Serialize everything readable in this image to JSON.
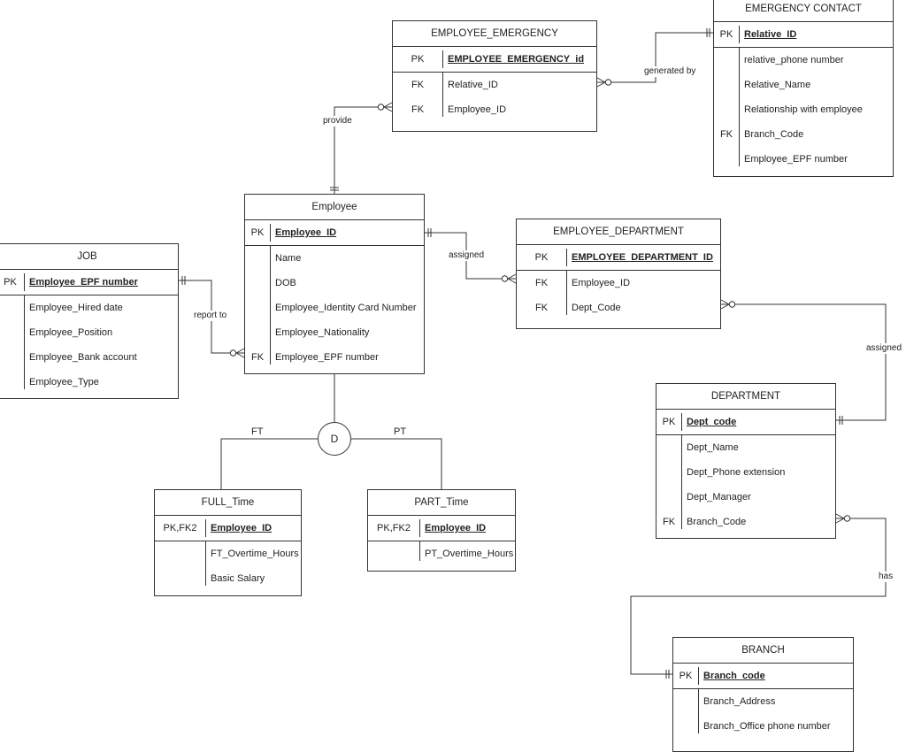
{
  "colors": {
    "line": "#333333",
    "background": "#ffffff",
    "text": "#222222"
  },
  "entities": [
    {
      "id": "employee-emergency",
      "title": "EMPLOYEE_EMERGENCY",
      "pk": {
        "key": "PK",
        "name": "EMPLOYEE_EMERGENCY_id"
      },
      "attributes": [
        {
          "key": "FK",
          "name": "Relative_ID"
        },
        {
          "key": "FK",
          "name": "Employee_ID"
        }
      ]
    },
    {
      "id": "emergency-contact",
      "title": "EMERGENCY CONTACT",
      "pk": {
        "key": "PK",
        "name": "Relative_ID"
      },
      "attributes": [
        {
          "key": "",
          "name": "relative_phone number"
        },
        {
          "key": "",
          "name": "Relative_Name"
        },
        {
          "key": "",
          "name": "Relationship with employee"
        },
        {
          "key": "FK",
          "name": "Branch_Code"
        },
        {
          "key": "",
          "name": "Employee_EPF number"
        }
      ]
    },
    {
      "id": "employee",
      "title": "Employee",
      "pk": {
        "key": "PK",
        "name": "Employee_ID"
      },
      "attributes": [
        {
          "key": "",
          "name": "Name"
        },
        {
          "key": "",
          "name": "DOB"
        },
        {
          "key": "",
          "name": "Employee_Identity Card Number"
        },
        {
          "key": "",
          "name": "Employee_Nationality"
        },
        {
          "key": "FK",
          "name": "Employee_EPF number"
        }
      ]
    },
    {
      "id": "job",
      "title": "JOB",
      "pk": {
        "key": "PK",
        "name": "Employee_EPF number"
      },
      "attributes": [
        {
          "key": "",
          "name": "Employee_Hired date"
        },
        {
          "key": "",
          "name": "Employee_Position"
        },
        {
          "key": "",
          "name": "Employee_Bank account"
        },
        {
          "key": "",
          "name": "Employee_Type"
        }
      ]
    },
    {
      "id": "employee-department",
      "title": "EMPLOYEE_DEPARTMENT",
      "pk": {
        "key": "PK",
        "name": "EMPLOYEE_DEPARTMENT_ID"
      },
      "attributes": [
        {
          "key": "FK",
          "name": "Employee_ID"
        },
        {
          "key": "FK",
          "name": "Dept_Code"
        }
      ]
    },
    {
      "id": "department",
      "title": "DEPARTMENT",
      "pk": {
        "key": "PK",
        "name": "Dept_code"
      },
      "attributes": [
        {
          "key": "",
          "name": "Dept_Name"
        },
        {
          "key": "",
          "name": "Dept_Phone extension"
        },
        {
          "key": "",
          "name": "Dept_Manager"
        },
        {
          "key": "FK",
          "name": "Branch_Code"
        }
      ]
    },
    {
      "id": "full-time",
      "title": "FULL_Time",
      "pk": {
        "key": "PK,FK2",
        "name": "Employee_ID"
      },
      "attributes": [
        {
          "key": "",
          "name": "FT_Overtime_Hours"
        },
        {
          "key": "",
          "name": "Basic Salary"
        }
      ]
    },
    {
      "id": "part-time",
      "title": "PART_Time",
      "pk": {
        "key": "PK,FK2",
        "name": "Employee_ID"
      },
      "attributes": [
        {
          "key": "",
          "name": "PT_Overtime_Hours"
        }
      ]
    },
    {
      "id": "branch",
      "title": "BRANCH",
      "pk": {
        "key": "PK",
        "name": "Branch_code"
      },
      "attributes": [
        {
          "key": "",
          "name": "Branch_Address"
        },
        {
          "key": "",
          "name": "Branch_Office phone number"
        }
      ]
    }
  ],
  "relationships": [
    {
      "id": "provide",
      "label": "provide",
      "from": "employee",
      "to": "employee-emergency",
      "from_end": "one-and-only-one",
      "to_end": "zero-or-many"
    },
    {
      "id": "generated-by",
      "label": "generated by",
      "from": "employee-emergency",
      "to": "emergency-contact",
      "from_end": "zero-or-many",
      "to_end": "one-and-only-one"
    },
    {
      "id": "assigned-emp",
      "label": "assigned",
      "from": "employee",
      "to": "employee-department",
      "from_end": "one-and-only-one",
      "to_end": "zero-or-many"
    },
    {
      "id": "report-to",
      "label": "report to",
      "from": "job",
      "to": "employee",
      "from_end": "one-and-only-one",
      "to_end": "zero-or-many"
    },
    {
      "id": "assigned-dept",
      "label": "assigned",
      "from": "employee-department",
      "to": "department",
      "from_end": "zero-or-many",
      "to_end": "one-and-only-one"
    },
    {
      "id": "has",
      "label": "has",
      "from": "department",
      "to": "branch",
      "from_end": "zero-or-many",
      "to_end": "one-and-only-one"
    }
  ],
  "specialization": {
    "symbol": "D",
    "parent": "employee",
    "branches": [
      {
        "label": "FT",
        "child": "full-time"
      },
      {
        "label": "PT",
        "child": "part-time"
      }
    ]
  }
}
